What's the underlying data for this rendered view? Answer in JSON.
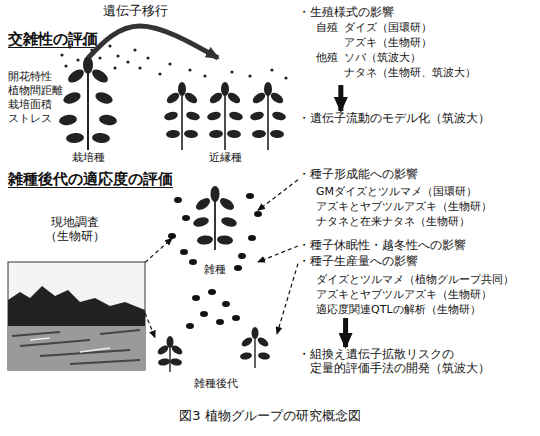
{
  "diagram": {
    "caption": "図3 植物グループの研究概念図",
    "nodes": [
      {
        "text": [
          "栽培種"
        ]
      },
      {
        "text": [
          "近縁種"
        ]
      },
      {
        "text": [
          "・生殖様式の影響",
          "自殖",
          "ダイズ（国環研）",
          "アズキ（生物研）",
          "他殖",
          "ソバ（筑波大）",
          "ナタネ（生物研、筑波大）"
        ]
      },
      {
        "text": [
          "・遺伝子流動のモデル化（筑波大）"
        ]
      },
      {
        "text": [
          "・種子形成能への影響",
          "GMダイズとツルマメ（国環研）",
          "アズキとヤブツルアズキ（生物研）",
          "ナタネと在来ナタネ（生物研）"
        ]
      },
      {
        "text": [
          "・種子休眠性・越冬性への影響"
        ]
      },
      {
        "text": [
          "・種子生産量への影響",
          "ダイズとツルマメ（植物グループ共同）",
          "アズキとヤブツルアズキ（生物研）",
          "適応度関連QTLの解析（生物研）"
        ]
      },
      {
        "text": [
          "・組換え遺伝子拡散リスクの 定量的評価手法の開発（筑波大）"
        ]
      },
      {
        "text": [
          "雑種"
        ]
      },
      {
        "text": [
          "雑種後代"
        ]
      },
      {
        "text": [
          "現地調査 （生物研）"
        ]
      }
    ],
    "edges": [
      {
        "from": 0,
        "to": 1,
        "label": "遺伝子移行",
        "arrow": "to"
      },
      {
        "from": 2,
        "to": 3,
        "arrow": "to"
      },
      {
        "from": 4,
        "to": 8,
        "arrow": "to"
      },
      {
        "from": 5,
        "to": 8,
        "arrow": "to"
      },
      {
        "from": 6,
        "to": 9,
        "arrow": "to"
      },
      {
        "from": 6,
        "to": 7,
        "arrow": "to"
      },
      {
        "from": 10,
        "to": 8,
        "arrow": "to"
      },
      {
        "from": 10,
        "to": 9,
        "arrow": "to"
      }
    ],
    "labels": [
      "交雑性の評価",
      "開花特性",
      "植物間距離",
      "栽培面積",
      "ストレス",
      "雑種後代の適応度の評価"
    ]
  }
}
